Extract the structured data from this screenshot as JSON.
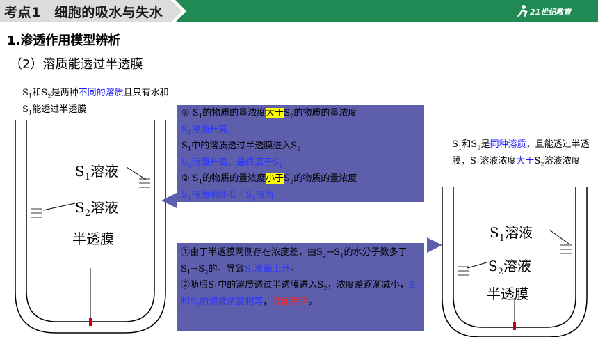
{
  "header": {
    "tag_text": "考点1　细胞的吸水与失水",
    "logo_text": "21世纪教育",
    "bar_color": "#1f8a53"
  },
  "title": "1.渗透作用模型辨析",
  "subtitle": "（2）溶质能透过半透膜",
  "left_note": {
    "p1": "S",
    "p1s": "1",
    "p2": "和S",
    "p2s": "2",
    "p3": "是两种",
    "p4": "不同的溶质",
    "p5": "且只有水和S",
    "p5s": "1",
    "p6": "能透过半透膜"
  },
  "right_note": {
    "p1": "S",
    "p1s": "1",
    "p2": "和S",
    "p2s": "2",
    "p3": "是",
    "p4": "同种溶质",
    "p5": "，且能透过半透膜，S",
    "p5s": "1",
    "p6": "溶液浓度",
    "p7": "大于",
    "p8": "S",
    "p8s": "2",
    "p9": "溶液浓度"
  },
  "tube_left": {
    "s1": "S",
    "s1s": "1",
    "s1t": "溶液",
    "s2": "S",
    "s2s": "2",
    "s2t": "溶液",
    "membrane": "半透膜"
  },
  "tube_right": {
    "s1": "S",
    "s1s": "1",
    "s1t": "溶液",
    "s2": "S",
    "s2s": "2",
    "s2t": "溶液",
    "membrane": "半透膜"
  },
  "panel1": {
    "l1a": "① S",
    "l1as": "1",
    "l1b": "的物质的量浓度",
    "l1c": "大于",
    "l1d": "S",
    "l1ds": "2",
    "l1e": "的物质的量浓度",
    "l2a": "S",
    "l2as": "1",
    "l2b": "液面升高",
    "l3a": "S",
    "l3as": "1",
    "l3b": "中的溶质透过半透膜进入S",
    "l3bs": "2",
    "l4a": "S",
    "l4as": "2",
    "l4b": "液面升高，最终高于S",
    "l4bs": "1",
    "l5a": "② S",
    "l5as": "1",
    "l5b": "的物质的量浓度",
    "l5c": "小于",
    "l5d": "S",
    "l5ds": "2",
    "l5e": "的物质的量浓度",
    "l6a": "S",
    "l6as": "1",
    "l6b": "液面始终低于S",
    "l6bs": "2",
    "l6c": "液面"
  },
  "panel2": {
    "a1": "①由于半透膜两侧存在浓度差，由S",
    "a1s": "2",
    "a2": "→S",
    "a2s": "1",
    "a3": "的水分子数多于S",
    "a3s": "1",
    "a4": "→S",
    "a4s": "2",
    "a5": "的。导致",
    "a6": "S",
    "a6s": "1",
    "a7": "液面上升",
    "a8": "。",
    "b1": "②随后S",
    "b1s": "1",
    "b2": "中的溶质透过半透膜进入S",
    "b2s": "2",
    "b3": "，浓度差逐渐减小，",
    "b4": "S",
    "b4s": "1",
    "b5": "和S",
    "b5s": "2",
    "b6": "的溶液浓度相等",
    "b7": "，",
    "b8": "液面持平",
    "b9": "。"
  },
  "colors": {
    "panel_bg": "#5d5fad",
    "highlight": "#ffff00",
    "emphasis_blue": "#2222ff",
    "emphasis_red": "#ff1111",
    "membrane": "#cc0000"
  }
}
